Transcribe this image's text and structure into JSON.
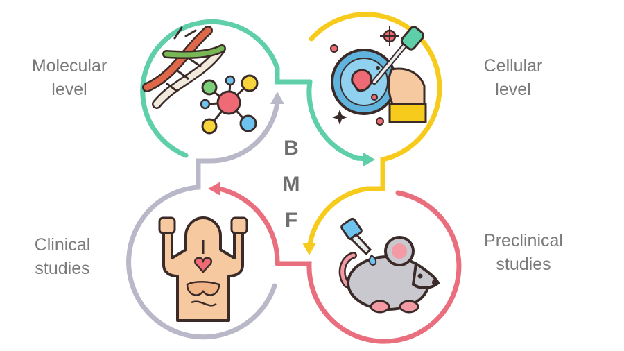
{
  "labels": {
    "molecular": [
      "Molecular",
      "level"
    ],
    "cellular": [
      "Cellular",
      "level"
    ],
    "clinical": [
      "Clinical",
      "studies"
    ],
    "preclinical": [
      "Preclinical",
      "studies"
    ]
  },
  "acronym": [
    "B",
    "M",
    "F"
  ],
  "colors": {
    "molecular_ring": "#5ecfa9",
    "cellular_ring": "#f7cb1c",
    "preclinical_ring": "#ea6f7e",
    "clinical_ring": "#b9b8c8",
    "text": "#7a7a7a"
  },
  "icons": {
    "molecular": "dna-molecule-icon",
    "cellular": "petri-dish-pipette-icon",
    "preclinical": "lab-mouse-dropper-icon",
    "clinical": "human-body-anatomy-icon"
  }
}
